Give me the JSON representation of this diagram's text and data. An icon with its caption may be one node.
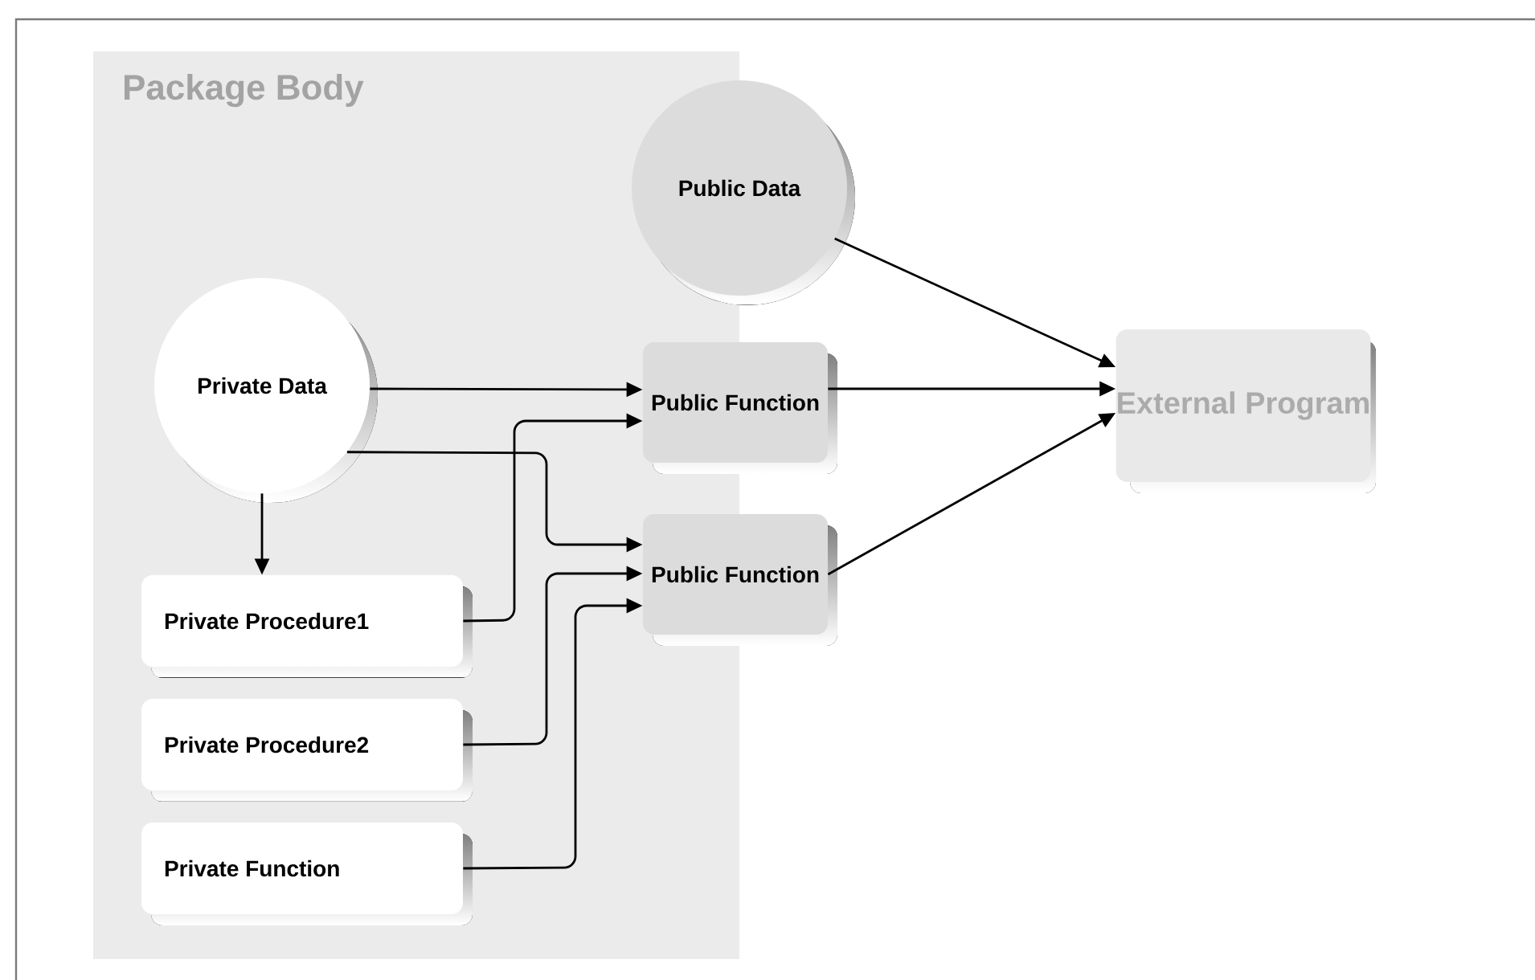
{
  "diagram": {
    "nodes": [
      {
        "text": [
          "Package Body"
        ]
      },
      {
        "text": [
          "Public Data"
        ]
      },
      {
        "text": [
          "Private Data"
        ],
        "in": 0
      },
      {
        "text": [
          "Public Function"
        ]
      },
      {
        "text": [
          "Public Function"
        ]
      },
      {
        "text": [
          "External Program"
        ]
      },
      {
        "text": [
          "Private Procedure1"
        ],
        "in": 0
      },
      {
        "text": [
          "Private Procedure2"
        ],
        "in": 0
      },
      {
        "text": [
          "Private Function"
        ],
        "in": 0
      }
    ],
    "edges": [
      {
        "from": 2,
        "to": 6,
        "arrow": "to"
      },
      {
        "from": 2,
        "to": 3,
        "arrow": "to"
      },
      {
        "from": 6,
        "to": 3,
        "arrow": "to"
      },
      {
        "from": 2,
        "to": 4,
        "arrow": "to"
      },
      {
        "from": 7,
        "to": 4,
        "arrow": "to"
      },
      {
        "from": 8,
        "to": 4,
        "arrow": "to"
      },
      {
        "from": 1,
        "to": 5,
        "arrow": "to"
      },
      {
        "from": 3,
        "to": 5,
        "arrow": "to"
      },
      {
        "from": 4,
        "to": 5,
        "arrow": "to"
      }
    ]
  }
}
